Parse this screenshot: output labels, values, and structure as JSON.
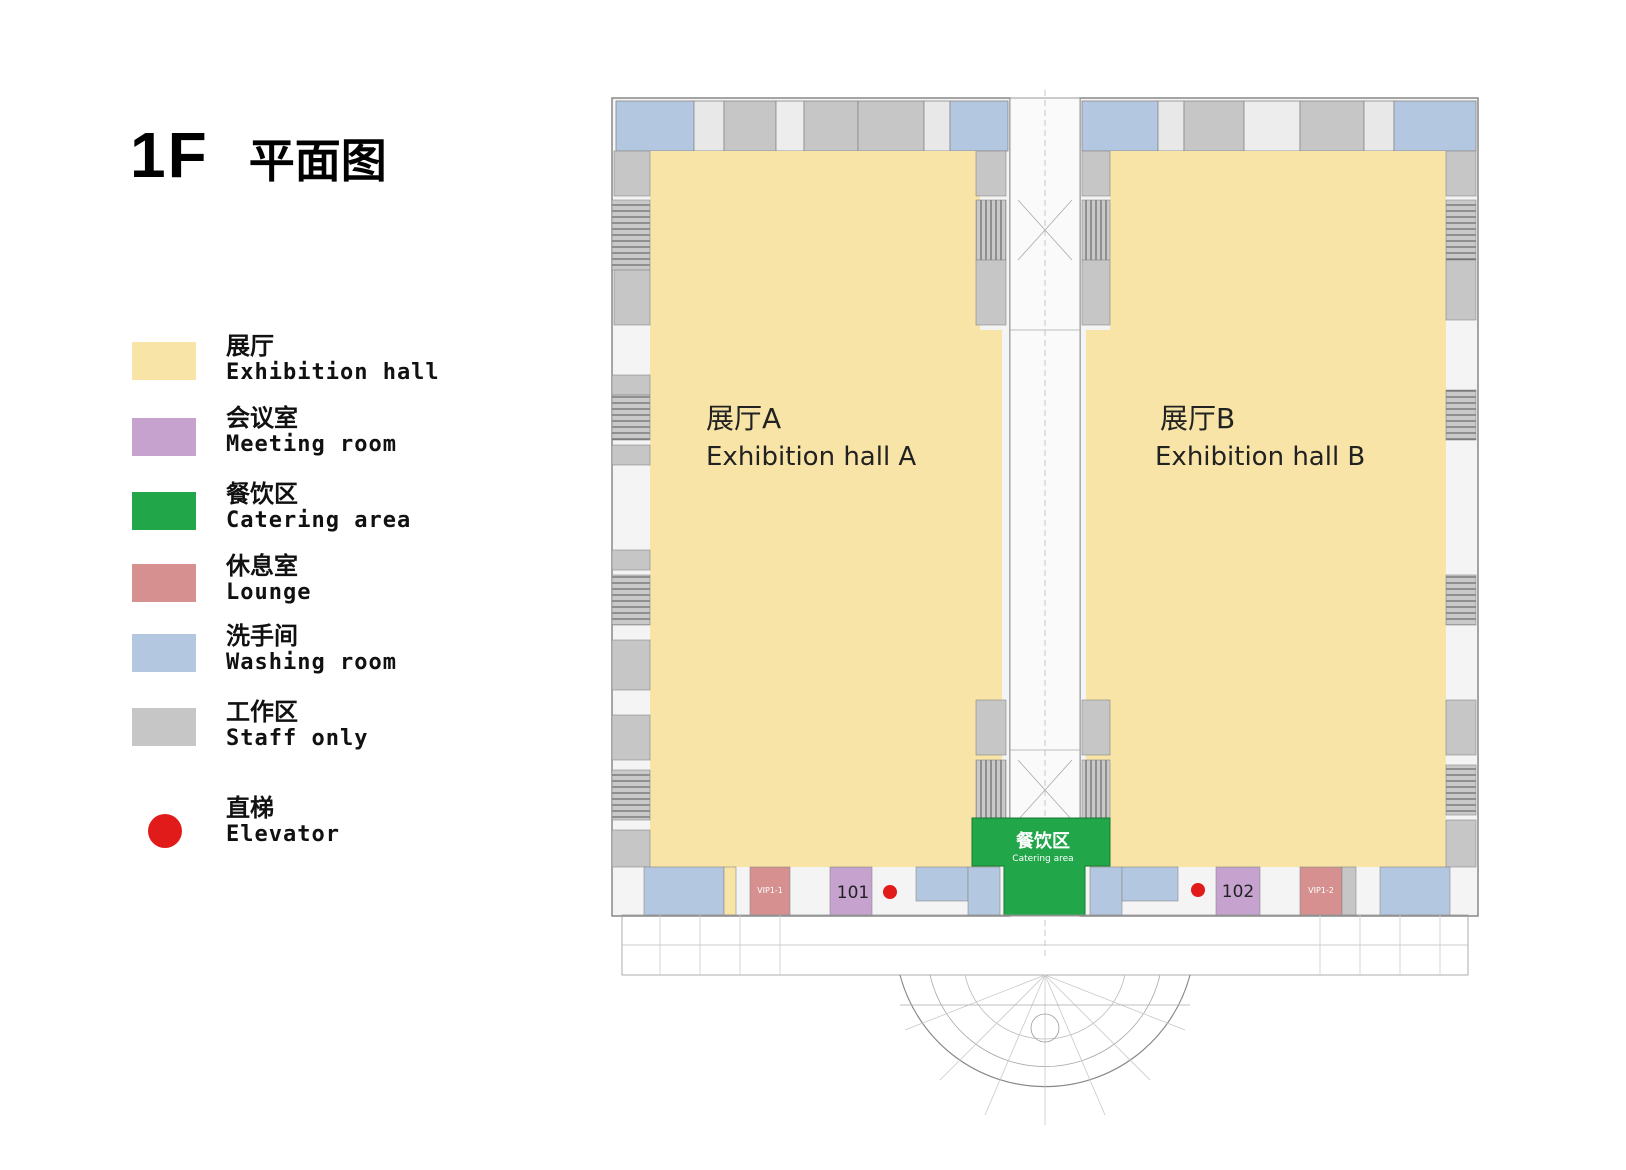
{
  "title": {
    "floor": "1F",
    "name": "平面图"
  },
  "legend": [
    {
      "cn": "展厅",
      "en": "Exhibition hall",
      "color": "#f7e4a6",
      "shape": "rect"
    },
    {
      "cn": "会议室",
      "en": "Meeting room",
      "color": "#c6a3cf",
      "shape": "rect"
    },
    {
      "cn": "餐饮区",
      "en": "Catering area",
      "color": "#22a64a",
      "shape": "rect"
    },
    {
      "cn": "休息室",
      "en": "Lounge",
      "color": "#d69090",
      "shape": "rect"
    },
    {
      "cn": "洗手间",
      "en": "Washing room",
      "color": "#b3c8e0",
      "shape": "rect"
    },
    {
      "cn": "工作区",
      "en": "Staff only",
      "color": "#c6c6c6",
      "shape": "rect"
    },
    {
      "cn": "直梯",
      "en": "Elevator",
      "color": "#e11a1a",
      "shape": "dot"
    }
  ],
  "hall_a": {
    "cn": "展厅A",
    "en": "Exhibition hall A"
  },
  "hall_b": {
    "cn": "展厅B",
    "en": "Exhibition hall B"
  },
  "catering": {
    "cn": "餐饮区",
    "en": "Catering area"
  },
  "rooms": {
    "r101": "101",
    "r102": "102",
    "vip1": "VIP1-1",
    "vip2": "VIP1-2"
  }
}
